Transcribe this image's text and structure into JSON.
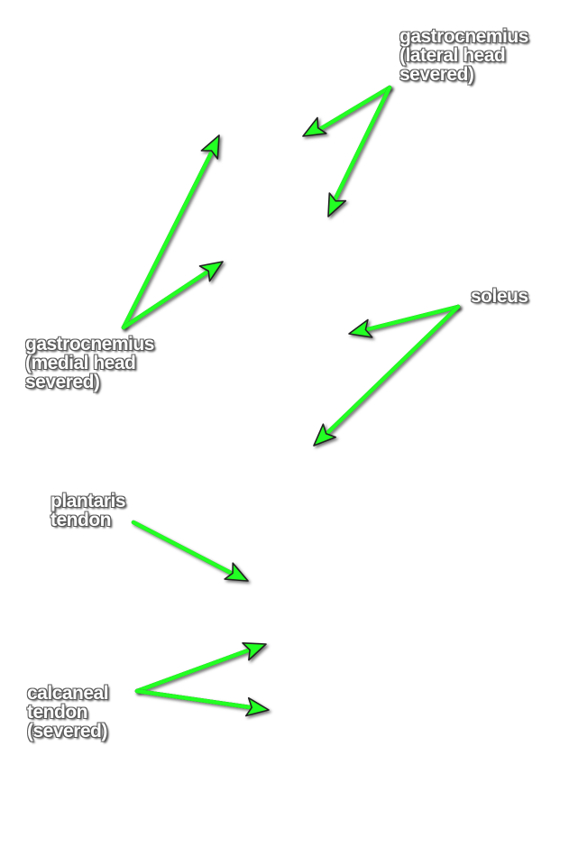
{
  "labels": {
    "gastrocnemius_lateral": {
      "lines": [
        "gastrocnemius",
        "(lateral head",
        "severed)"
      ]
    },
    "gastrocnemius_medial": {
      "lines": [
        "gastrocnemius",
        "(medial head",
        "severed)"
      ]
    },
    "soleus": {
      "lines": [
        "soleus"
      ]
    },
    "plantaris": {
      "lines": [
        "plantaris",
        "tendon"
      ]
    },
    "calcaneal": {
      "lines": [
        "calcaneal",
        "tendon",
        "(severed)"
      ]
    }
  },
  "colors": {
    "arrow_fill": "#22ff22",
    "arrow_outline": "#222222",
    "label_text": "#ffffff"
  }
}
